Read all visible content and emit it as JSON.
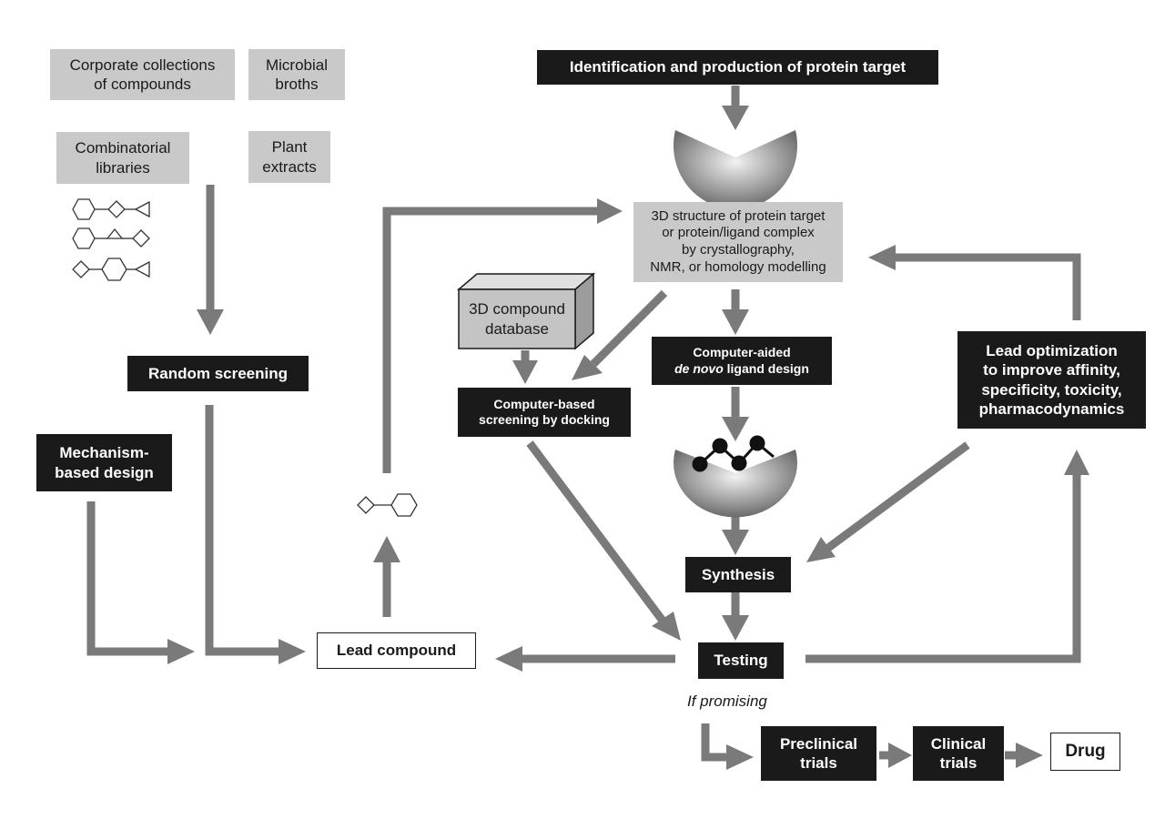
{
  "boxes": {
    "corporate": [
      "Corporate collections",
      "of compounds"
    ],
    "microbial": [
      "Microbial",
      "broths"
    ],
    "combinatorial": [
      "Combinatorial",
      "libraries"
    ],
    "plant": [
      "Plant",
      "extracts"
    ],
    "random_screening": "Random screening",
    "mechanism": [
      "Mechanism-",
      "based design"
    ],
    "lead_compound": "Lead compound",
    "identification": "Identification and production of protein target",
    "structure3d": [
      "3D structure of protein target",
      "or protein/ligand complex",
      "by crystallography,",
      "NMR, or homology modelling"
    ],
    "compound_db": [
      "3D compound",
      "database"
    ],
    "docking": [
      "Computer-based",
      "screening by docking"
    ],
    "denovo_line1": "Computer-aided",
    "denovo_italic": "de novo",
    "denovo_rest": " ligand design",
    "lead_opt": [
      "Lead optimization",
      "to improve affinity,",
      "specificity, toxicity,",
      "pharmacodynamics"
    ],
    "synthesis": "Synthesis",
    "testing": "Testing",
    "if_promising": "If promising",
    "preclinical": [
      "Preclinical",
      "trials"
    ],
    "clinical": [
      "Clinical",
      "trials"
    ],
    "drug": "Drug"
  },
  "colors": {
    "arrow": "#7a7a7a",
    "dark_box": "#1a1a1a",
    "gray_box": "#c9c9c9"
  }
}
